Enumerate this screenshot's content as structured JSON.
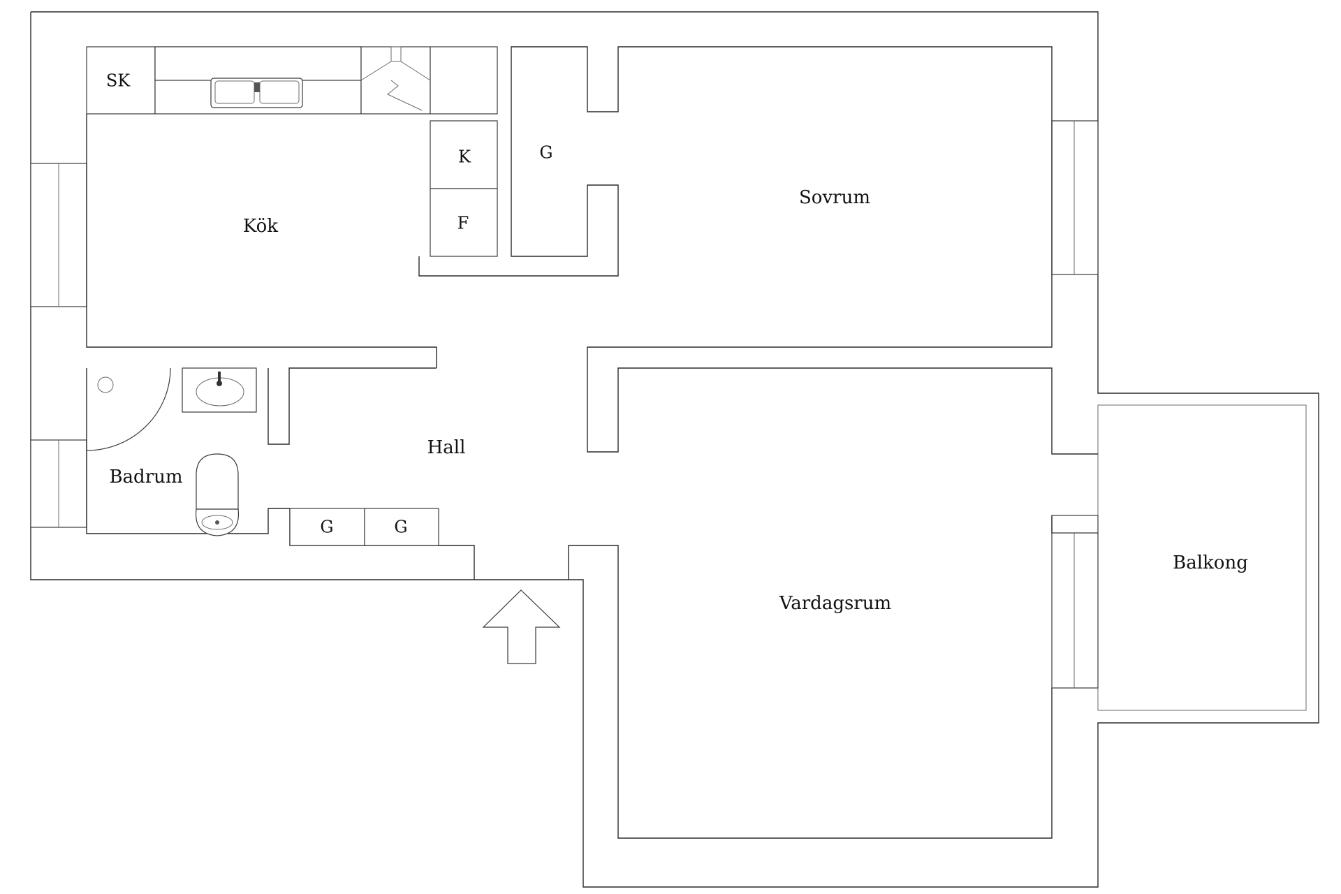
{
  "plan": {
    "rooms": {
      "kitchen": "Kök",
      "bedroom": "Sovrum",
      "hall": "Hall",
      "bathroom": "Badrum",
      "living_room": "Vardagsrum",
      "balcony": "Balkong"
    },
    "fixtures": {
      "broom_closet": "SK",
      "fridge": "K",
      "freezer": "F",
      "bedroom_wardrobe": "G",
      "hall_wardrobe_1": "G",
      "hall_wardrobe_2": "G"
    },
    "icons": {
      "entrance": "entrance-arrow-icon",
      "sink": "sink-icon",
      "wash_basin": "wash-basin-icon",
      "toilet": "toilet-icon",
      "stove": "stove-hood-icon",
      "shower": "shower-icon"
    },
    "colors": {
      "wall": "#2a2a2a",
      "background": "#ffffff"
    }
  }
}
